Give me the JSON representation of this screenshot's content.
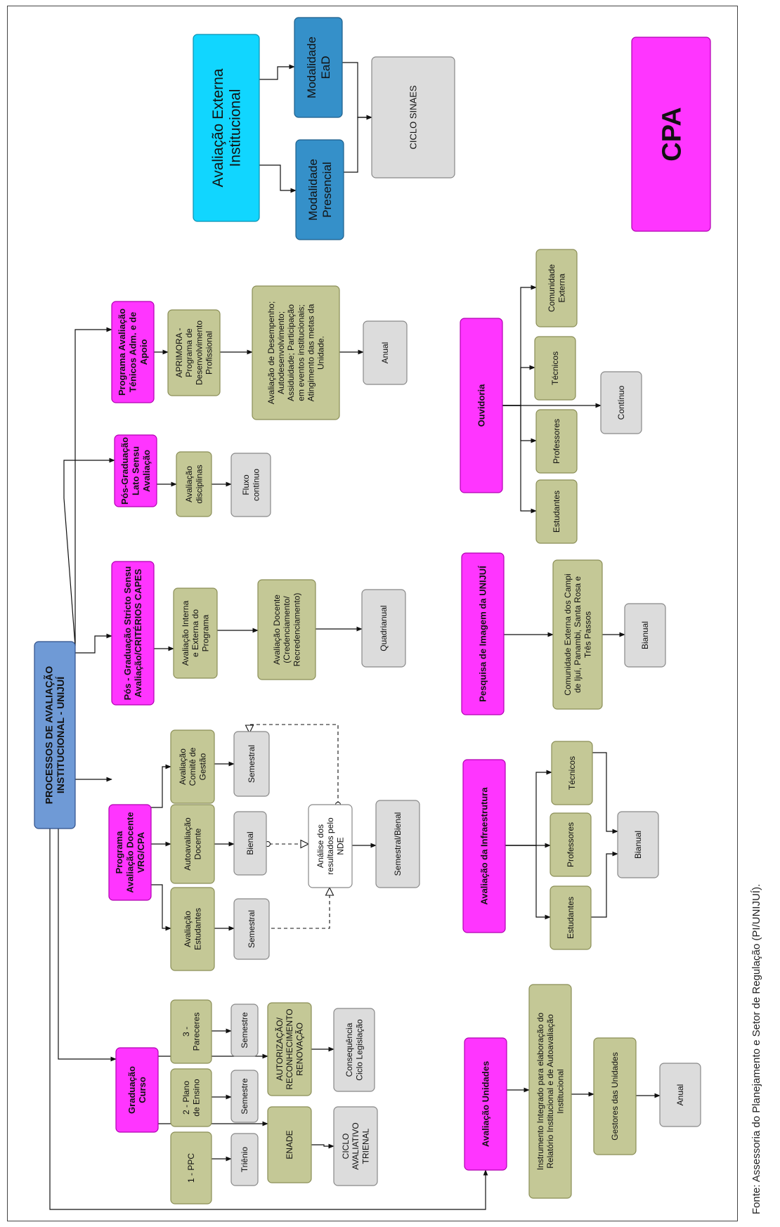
{
  "source": "Fonte: Assessoria do Planejamento e Setor de Regulação (PI/UNIJUÍ).",
  "colors": {
    "main": "#6f9ad6",
    "magenta": "#ff35ff",
    "olive": "#c4c896",
    "gray": "#dcdcdc",
    "cyan": "#11d6ff",
    "blue": "#3590c9"
  },
  "nodes": {
    "main": [
      "PROCESSOS DE AVALIAÇÃO",
      "INSTITUCIONAL - UNIJUÍ"
    ],
    "cpa": [
      "CPA"
    ],
    "aval_externa": [
      "Avaliação Externa",
      "Institucional"
    ],
    "mod_ead": [
      "Modalidade",
      "EaD"
    ],
    "mod_presencial": [
      "Modalidade",
      "Presencial"
    ],
    "ciclo_sinaes": [
      "CICLO SINAES"
    ],
    "prog_tecnicos": [
      "Programa Avaliação",
      "Ténicos Adm. e de",
      "Apoio"
    ],
    "aprimora": [
      "APRIMORA -",
      "Programa de",
      "Desenvolvimento",
      "Profissional"
    ],
    "aval_desempenho": [
      "Avaliação de Desempenho;",
      "Autodesenvolvimento;",
      "Assiduidade; Participação",
      "em eventos institucionais;",
      "Atingimento das metas da",
      "Unidade."
    ],
    "anual_tec": [
      "Anual"
    ],
    "pos_lato": [
      "Pós-Graduação",
      "Lato Sensu",
      "Avaliação"
    ],
    "aval_disciplinas": [
      "Avaliação",
      "disciplinas"
    ],
    "fluxo_continuo": [
      "Fluxo",
      "contínuo"
    ],
    "pos_stricto": [
      "Pós - Graduação Stricto Sensu",
      "Avaliação/CRITÉRIOS CAPES"
    ],
    "aval_interna_externa": [
      "Avaliação Interna",
      "e Externa do",
      "Programa"
    ],
    "aval_docente_cred": [
      "Avaliação Docente",
      "(Credenciamento/",
      "Recredenciamento)"
    ],
    "quadrianual": [
      "Quadrianual"
    ],
    "prog_docente": [
      "Programa",
      "Avaliação Docente",
      "VRG/CPA"
    ],
    "comite_gestao": [
      "Avaliação",
      "Comitê de",
      "Gestão"
    ],
    "semestral_comite": [
      "Semestral"
    ],
    "autoavaliacao": [
      "Autoavaliação",
      "Docente"
    ],
    "bienal_docente": [
      "Bienal"
    ],
    "aval_estudantes": [
      "Avaliação",
      "Estudantes"
    ],
    "semestral_est": [
      "Semestral"
    ],
    "analise_nde": [
      "Análise dos",
      "resultados pelo",
      "NDE"
    ],
    "semestral_bienal": [
      "Semestral/Bienal"
    ],
    "graduacao": [
      "Graduação",
      "Curso"
    ],
    "ppc": [
      "1 - PPC"
    ],
    "trienio": [
      "Triênio"
    ],
    "plano_ensino": [
      "2 - Plano",
      "de Ensino"
    ],
    "semestre_1": [
      "Semestre"
    ],
    "pareceres": [
      "3 -",
      "Pareceres"
    ],
    "semestre_2": [
      "Semestre"
    ],
    "enade": [
      "ENADE"
    ],
    "ciclo_trienal": [
      "CICLO",
      "AVALIATIVO",
      "TRIENAL"
    ],
    "autorizacao": [
      "AUTORIZAÇÃO/",
      "RECONHECIMENTO",
      "RENOVAÇÃO"
    ],
    "consequencia": [
      "Consequência",
      "Ciclo Legislação"
    ],
    "ouvidoria": [
      "Ouvidoria"
    ],
    "com_externa": [
      "Comunidade",
      "Externa"
    ],
    "tecnicos_ouv": [
      "Técnicos"
    ],
    "continuo": [
      "Contínuo"
    ],
    "professores_ouv": [
      "Professores"
    ],
    "estudantes_ouv": [
      "Estudantes"
    ],
    "pesquisa_imagem": [
      "Pesquisa de Imagem da UNIJUÍ"
    ],
    "comunidade_campi": [
      "Comunidade Externa dos Campi",
      "de Ijuí, Panambi, Santa Rosa e",
      "Três Passos"
    ],
    "bianual_pesquisa": [
      "Bianual"
    ],
    "aval_infra": [
      "Avaliação da Infraestrutura"
    ],
    "tecnicos_infra": [
      "Técnicos"
    ],
    "professores_infra": [
      "Professores"
    ],
    "estudantes_infra": [
      "Estudantes"
    ],
    "bianual_infra": [
      "Bianual"
    ],
    "aval_unidades": [
      "Avaliação Unidades"
    ],
    "instrumento": [
      "Instrumento Integrado para elaboração do",
      "Relatório Institucional e de Autoavaliação",
      "Institucional"
    ],
    "gestores": [
      "Gestores das Unidades"
    ],
    "anual_unid": [
      "Anual"
    ]
  }
}
